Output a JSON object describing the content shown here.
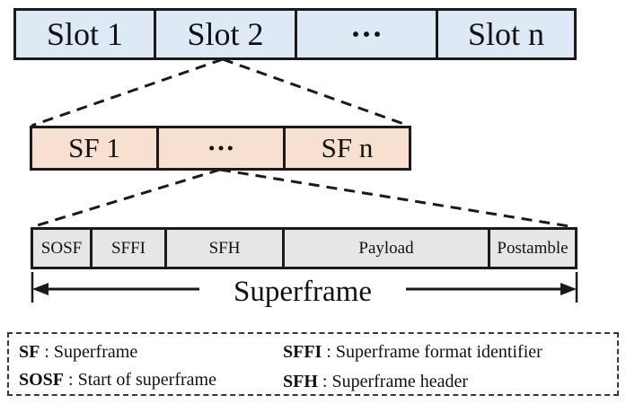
{
  "slots": [
    "Slot 1",
    "Slot 2",
    "···",
    "Slot n"
  ],
  "superframes": [
    "SF 1",
    "···",
    "SF n"
  ],
  "segments": [
    "SOSF",
    "SFFI",
    "SFH",
    "Payload",
    "Postamble"
  ],
  "span_label": "Superframe",
  "legend": {
    "sf": {
      "abbr": "SF",
      "text": " : Superframe"
    },
    "sosf": {
      "abbr": "SOSF",
      "text": " : Start of superframe"
    },
    "sffi": {
      "abbr": "SFFI",
      "text": " : Superframe format identifier"
    },
    "sfh": {
      "abbr": "SFH",
      "text": " : Superframe header"
    }
  },
  "colors": {
    "slot_fill": "#dde9f5",
    "sf_fill": "#f8e0d0",
    "segment_fill": "#e6e6e6",
    "border": "#1a1a1a"
  }
}
